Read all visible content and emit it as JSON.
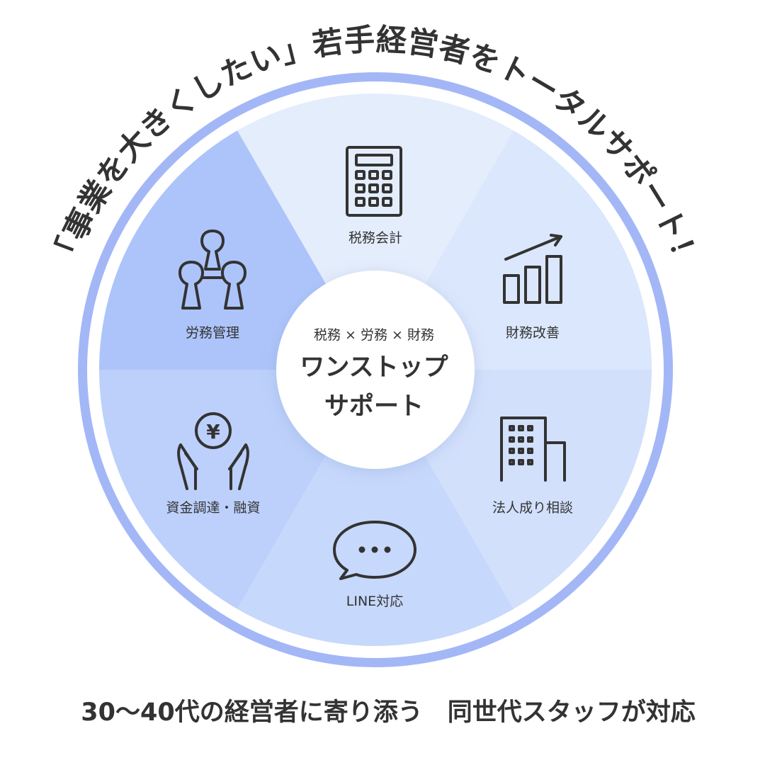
{
  "arc_title": "「事業を大きくしたい」若手経営者をトータルサポート！",
  "center": {
    "subtitle": "税務 × 労務 × 財務",
    "title_line1": "ワンストップ",
    "title_line2": "サポート"
  },
  "segments": [
    {
      "label": "税務会計",
      "icon": "calculator-icon",
      "color": "#e4edfc"
    },
    {
      "label": "財務改善",
      "icon": "growth-chart-icon",
      "color": "#dbe7fc"
    },
    {
      "label": "法人成り相談",
      "icon": "office-building-icon",
      "color": "#d2e0fc"
    },
    {
      "label": "LINE対応",
      "icon": "chat-bubble-icon",
      "color": "#c6d8fb"
    },
    {
      "label": "資金調達・融資",
      "icon": "yen-coin-hands-icon",
      "color": "#bcd0fb"
    },
    {
      "label": "労務管理",
      "icon": "people-group-icon",
      "color": "#adc4fa"
    }
  ],
  "footer": "30〜40代の経営者に寄り添う　同世代スタッフが対応",
  "colors": {
    "ring": "#a3b7f7",
    "ring_gap": "#ffffff",
    "text": "#333333",
    "center_fill": "#ffffff"
  }
}
